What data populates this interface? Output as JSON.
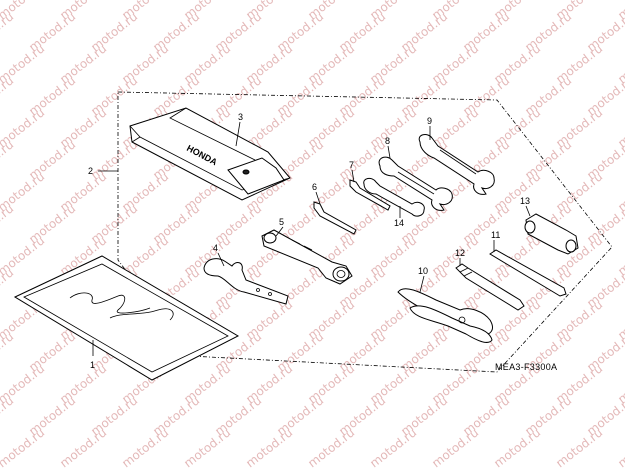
{
  "watermark": {
    "text": "motod.ru",
    "color": "#e4b9b9"
  },
  "diagram_code": "MEA3-F3300A",
  "bag_brand": "HONDA",
  "callouts": [
    {
      "id": "c1",
      "label": "1"
    },
    {
      "id": "c2",
      "label": "2"
    },
    {
      "id": "c3",
      "label": "3"
    },
    {
      "id": "c4",
      "label": "4"
    },
    {
      "id": "c5",
      "label": "5"
    },
    {
      "id": "c6",
      "label": "6"
    },
    {
      "id": "c7",
      "label": "7"
    },
    {
      "id": "c8",
      "label": "8"
    },
    {
      "id": "c9",
      "label": "9"
    },
    {
      "id": "c10",
      "label": "10"
    },
    {
      "id": "c11",
      "label": "11"
    },
    {
      "id": "c12",
      "label": "12"
    },
    {
      "id": "c13",
      "label": "13"
    },
    {
      "id": "c14",
      "label": "14"
    }
  ]
}
